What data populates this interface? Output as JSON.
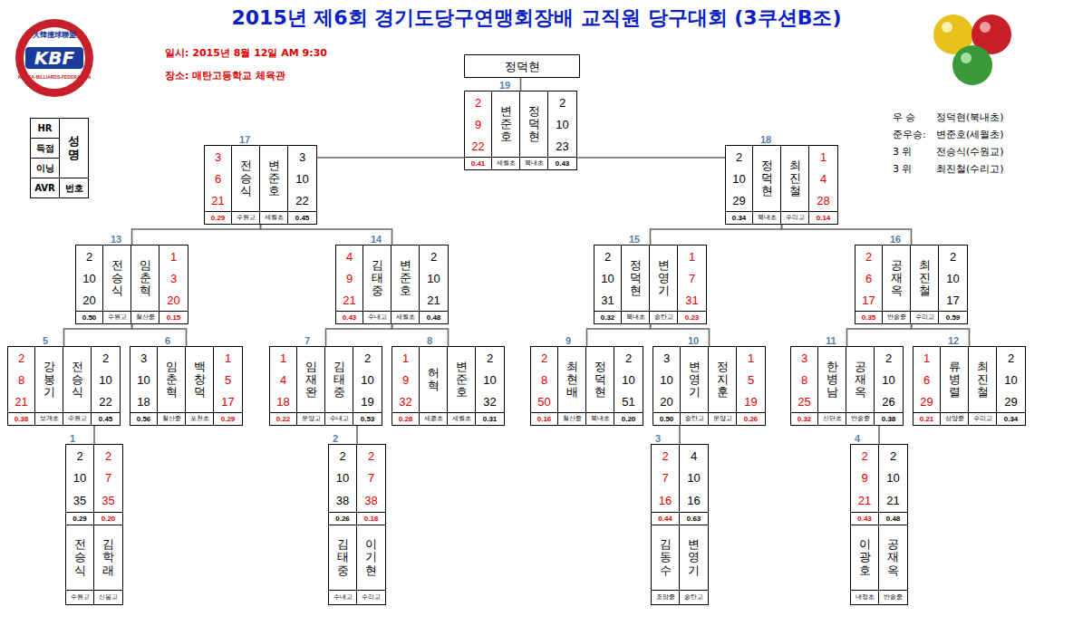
{
  "diagram": {
    "title": "2015년 제6회 경기도당구연맹회장배 교직원 당구대회 (3쿠션B조)",
    "nodes": [
      {
        "text": [
          "HR",
          "득점",
          "이닝",
          "AVR",
          "성명",
          "번호"
        ]
      },
      {
        "text": [
          "정덕현"
        ]
      },
      {
        "text": [
          "19",
          "2",
          "9",
          "22",
          "0.41",
          "변준호",
          "세월초",
          "2",
          "10",
          "23",
          "0.43",
          "정덕현",
          "북내초"
        ]
      },
      {
        "text": [
          "17",
          "3",
          "6",
          "21",
          "0.29",
          "전승식",
          "수원교",
          "3",
          "10",
          "22",
          "0.45",
          "변준호",
          "세월초"
        ]
      },
      {
        "text": [
          "18",
          "2",
          "10",
          "29",
          "0.34",
          "정덕현",
          "북내초",
          "1",
          "4",
          "28",
          "0.14",
          "최진철",
          "수리고"
        ]
      },
      {
        "text": [
          "13",
          "2",
          "10",
          "20",
          "0.50",
          "전승식",
          "수원교",
          "1",
          "3",
          "20",
          "0.15",
          "임춘혁",
          "철산중"
        ]
      },
      {
        "text": [
          "14",
          "4",
          "9",
          "21",
          "0.43",
          "김태중",
          "수내고",
          "2",
          "10",
          "21",
          "0.48",
          "변준호",
          "세월초"
        ]
      },
      {
        "text": [
          "15",
          "2",
          "10",
          "31",
          "0.32",
          "정덕현",
          "북내초",
          "1",
          "7",
          "31",
          "0.23",
          "변영기",
          "송탄고"
        ]
      },
      {
        "text": [
          "16",
          "2",
          "6",
          "17",
          "0.35",
          "공재옥",
          "반송중",
          "2",
          "10",
          "17",
          "0.59",
          "최진철",
          "수리고"
        ]
      },
      {
        "text": [
          "5",
          "2",
          "8",
          "21",
          "0.38",
          "강봉기",
          "보개초",
          "2",
          "10",
          "22",
          "0.45",
          "전승식",
          "수원교"
        ]
      },
      {
        "text": [
          "6",
          "3",
          "10",
          "18",
          "0.56",
          "임춘혁",
          "철산중",
          "1",
          "5",
          "17",
          "0.29",
          "백창덕",
          "포천초"
        ]
      },
      {
        "text": [
          "7",
          "1",
          "4",
          "18",
          "0.22",
          "임재완",
          "운양고",
          "2",
          "10",
          "19",
          "0.53",
          "김태중",
          "수내고"
        ]
      },
      {
        "text": [
          "8",
          "1",
          "9",
          "32",
          "0.28",
          "허혁",
          "세종초",
          "2",
          "10",
          "32",
          "0.31",
          "변준호",
          "세월초"
        ]
      },
      {
        "text": [
          "9",
          "2",
          "8",
          "50",
          "0.16",
          "최현배",
          "철산중",
          "2",
          "10",
          "51",
          "0.20",
          "정덕현",
          "북내초"
        ]
      },
      {
        "text": [
          "10",
          "3",
          "10",
          "20",
          "0.50",
          "변영기",
          "송탄고",
          "1",
          "5",
          "19",
          "0.26",
          "정지훈",
          "운양고"
        ]
      },
      {
        "text": [
          "11",
          "3",
          "8",
          "25",
          "0.32",
          "한병남",
          "신단초",
          "2",
          "10",
          "26",
          "0.38",
          "공재옥",
          "반송중"
        ]
      },
      {
        "text": [
          "12",
          "1",
          "6",
          "29",
          "0.21",
          "류병렬",
          "삼양중",
          "2",
          "10",
          "29",
          "0.34",
          "최진철",
          "수리고"
        ]
      },
      {
        "text": [
          "1",
          "2",
          "10",
          "35",
          "0.29",
          "전승식",
          "수원교",
          "2",
          "7",
          "35",
          "0.20",
          "김학래",
          "신봉고"
        ]
      },
      {
        "text": [
          "2",
          "2",
          "10",
          "38",
          "0.26",
          "김태중",
          "수내고",
          "2",
          "7",
          "38",
          "0.18",
          "이기현",
          "수리고"
        ]
      },
      {
        "text": [
          "3",
          "2",
          "7",
          "16",
          "0.44",
          "김동수",
          "조암중",
          "4",
          "10",
          "16",
          "0.63",
          "변영기",
          "송탄고"
        ]
      },
      {
        "text": [
          "4",
          "2",
          "9",
          "21",
          "0.43",
          "이광호",
          "내정초",
          "2",
          "10",
          "21",
          "0.48",
          "공재옥",
          "반송중"
        ]
      }
    ],
    "edges": [
      {
        "from": 17,
        "to": 9,
        "arrow": "none"
      },
      {
        "from": 18,
        "to": 11,
        "arrow": "none"
      },
      {
        "from": 19,
        "to": 14,
        "arrow": "none"
      },
      {
        "from": 20,
        "to": 15,
        "arrow": "none"
      },
      {
        "from": 9,
        "to": 5,
        "arrow": "none"
      },
      {
        "from": 10,
        "to": 5,
        "arrow": "none"
      },
      {
        "from": 11,
        "to": 6,
        "arrow": "none"
      },
      {
        "from": 12,
        "to": 6,
        "arrow": "none"
      },
      {
        "from": 13,
        "to": 7,
        "arrow": "none"
      },
      {
        "from": 14,
        "to": 7,
        "arrow": "none"
      },
      {
        "from": 15,
        "to": 8,
        "arrow": "none"
      },
      {
        "from": 16,
        "to": 8,
        "arrow": "none"
      },
      {
        "from": 5,
        "to": 3,
        "arrow": "none"
      },
      {
        "from": 6,
        "to": 3,
        "arrow": "none"
      },
      {
        "from": 7,
        "to": 4,
        "arrow": "none"
      },
      {
        "from": 8,
        "to": 4,
        "arrow": "none"
      },
      {
        "from": 3,
        "to": 2,
        "arrow": "none"
      },
      {
        "from": 4,
        "to": 2,
        "arrow": "none"
      },
      {
        "from": 2,
        "to": 1,
        "arrow": "none"
      }
    ],
    "labels": [
      "일시: 2015년 8월 12일 AM 9:30",
      "장소: 매탄고등학교 체육관",
      "KBF",
      "大韓撞球聯盟",
      "KOREA-BILLIARDS-FEDERATION",
      "우 승",
      "정덕현(북내초)",
      "준우승:",
      "변준호(세월초)",
      "3 위",
      "전승식(수원교)",
      "3 위",
      "최진철(수리고)"
    ]
  }
}
